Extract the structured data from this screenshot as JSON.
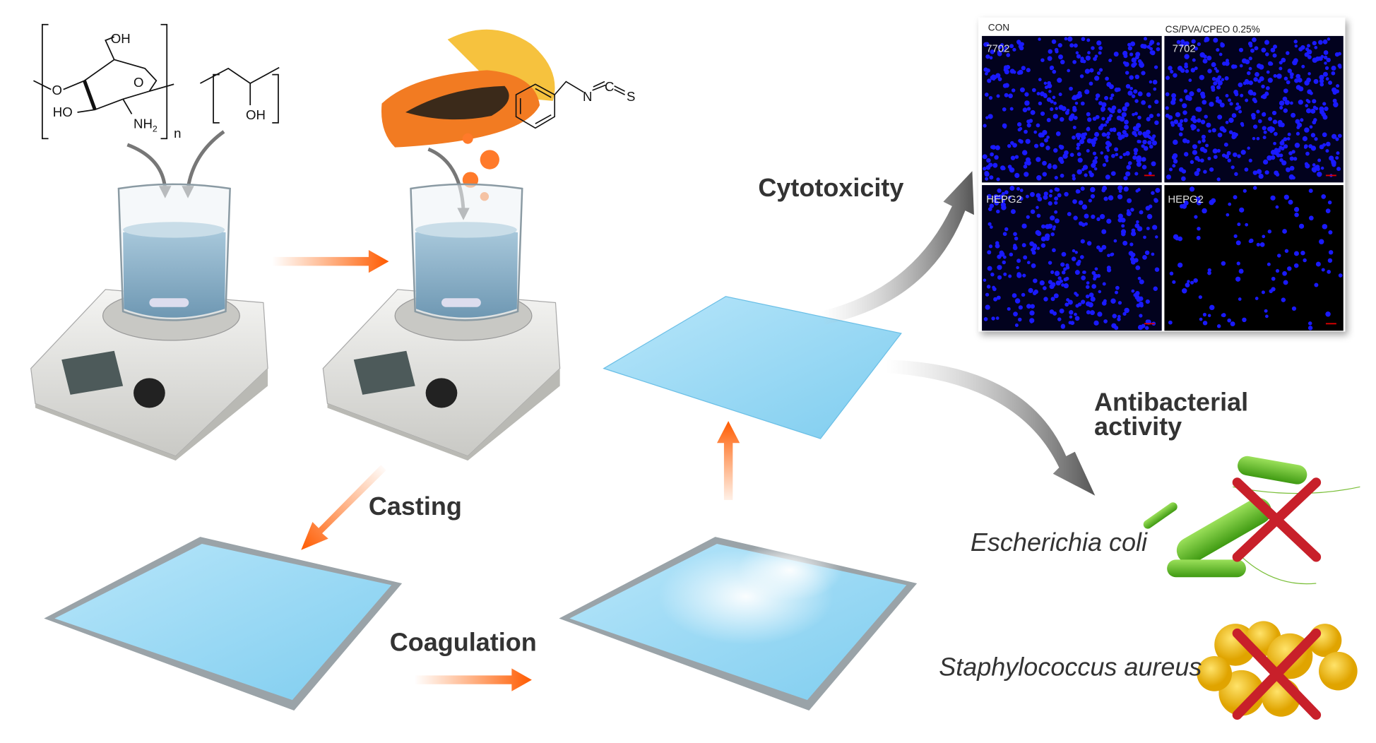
{
  "labels": {
    "casting": "Casting",
    "coagulation": "Coagulation",
    "cytotoxicity": "Cytotoxicity",
    "antibacterial_line1": "Antibacterial",
    "antibacterial_line2": "activity",
    "ecoli": "Escherichia coli",
    "saureus": "Staphylococcus aureus"
  },
  "chemistry": {
    "chitosan": {
      "oh_top": "OH",
      "o_ring": "O",
      "o_link": "O",
      "ho": "HO",
      "nh2": "NH",
      "nh2_sub": "2",
      "n": "n"
    },
    "pva": {
      "oh": "OH"
    },
    "bitc": {
      "n": "N",
      "c": "C",
      "s": "S"
    }
  },
  "microscopy": {
    "col_headers": [
      "CON",
      "CS/PVA/CPEO 0.25%"
    ],
    "panels": [
      {
        "label": "7702",
        "density": 1.0
      },
      {
        "label": "7702",
        "density": 1.0
      },
      {
        "label": "HEPG2",
        "density": 0.75
      },
      {
        "label": "HEPG2",
        "density": 0.25
      }
    ]
  },
  "colors": {
    "arrow_orange": "#ff6a10",
    "film_blue": "#8fd3f4",
    "nuclei_blue": "#1a1aff",
    "cross_red": "#c8202a",
    "bacteria_green": "#5cc420",
    "cocci_yellow": "#f2c21a"
  }
}
